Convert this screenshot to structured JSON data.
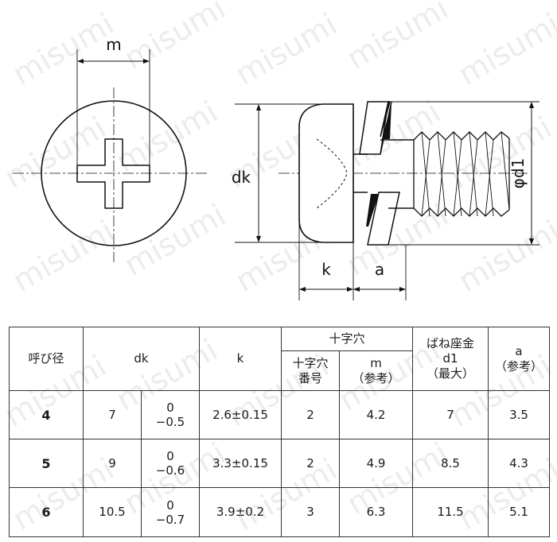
{
  "watermark": "misumi",
  "drawing": {
    "label_m": "m",
    "label_dk": "dk",
    "label_k": "k",
    "label_a": "a",
    "label_d1": "φd1"
  },
  "table": {
    "headers": {
      "nominal": "呼び径",
      "dk": "dk",
      "k": "k",
      "cross_recess": "十字穴",
      "recess_no": "十字穴\n番号",
      "m_ref": "m\n（参考）",
      "washer": "ばね座金\nd1\n（最大）",
      "a_ref": "a\n（参考）"
    },
    "rows": [
      {
        "size": "4",
        "dk": "7",
        "dk_tol_upper": "0",
        "dk_tol_lower": "−0.5",
        "k": "2.6±0.15",
        "recess_no": "2",
        "m": "4.2",
        "d1": "7",
        "a": "3.5"
      },
      {
        "size": "5",
        "dk": "9",
        "dk_tol_upper": "0",
        "dk_tol_lower": "−0.6",
        "k": "3.3±0.15",
        "recess_no": "2",
        "m": "4.9",
        "d1": "8.5",
        "a": "4.3"
      },
      {
        "size": "6",
        "dk": "10.5",
        "dk_tol_upper": "0",
        "dk_tol_lower": "−0.7",
        "k": "3.9±0.2",
        "recess_no": "3",
        "m": "6.3",
        "d1": "11.5",
        "a": "5.1"
      }
    ]
  }
}
